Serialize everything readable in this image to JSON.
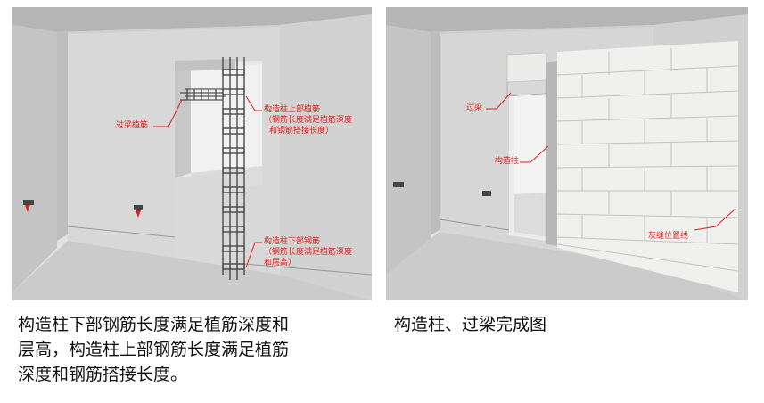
{
  "left_panel": {
    "labels": {
      "beam_rebar": "过梁植筋",
      "upper_rebar_title": "构造柱上部植筋",
      "upper_rebar_note1": "（钢筋长度满足植筋深度",
      "upper_rebar_note2": "和钢筋搭接长度）",
      "lower_rebar_title": "构造柱下部钢筋",
      "lower_rebar_note1": "（钢筋长度满足植筋深度",
      "lower_rebar_note2": "和层高）"
    },
    "caption_line1": "构造柱下部钢筋长度满足植筋深度和",
    "caption_line2": "层高，构造柱上部钢筋长度满足植筋",
    "caption_line3": "深度和钢筋搭接长度。"
  },
  "right_panel": {
    "labels": {
      "lintel": "过梁",
      "column": "构造柱",
      "mortar_line": "灰缝位置线"
    },
    "caption": "构造柱、过梁完成图"
  },
  "colors": {
    "annotation": "#e0201c",
    "wall": "#d6d6d6",
    "floor": "#c9c9c9",
    "ceiling": "#b8b8b8",
    "block": "#f2f3f0"
  }
}
